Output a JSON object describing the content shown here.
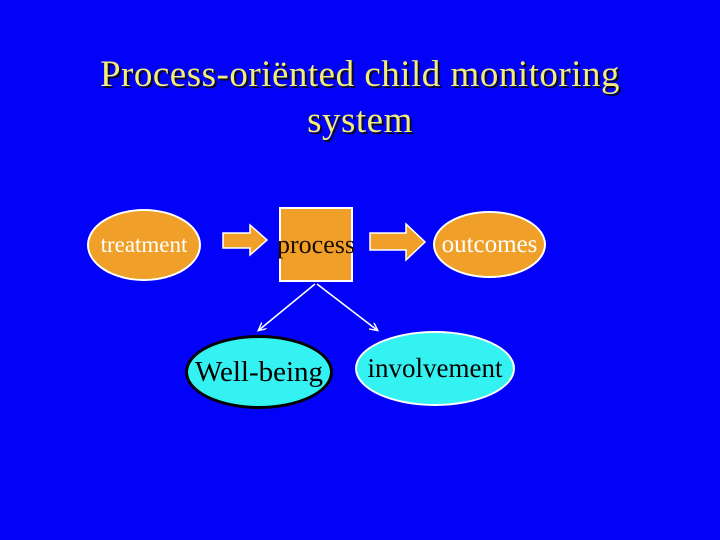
{
  "slide": {
    "title": {
      "line1": "Process-oriënted child monitoring",
      "line2": "system"
    },
    "nodes": {
      "treatment": {
        "label": "treatment",
        "shape": "ellipse",
        "fill": "#f0a028",
        "border": "#ffffff",
        "text_color": "#ffffff"
      },
      "process": {
        "label": "process",
        "shape": "rectangle",
        "fill": "#f0a028",
        "border": "#ffffff",
        "text_color": "#000000"
      },
      "outcomes": {
        "label": "outcomes",
        "shape": "ellipse",
        "fill": "#f0a028",
        "border": "#ffffff",
        "text_color": "#ffffff"
      },
      "wellbeing": {
        "label": "Well-being",
        "shape": "ellipse",
        "fill": "#35f2f2",
        "border": "#000000",
        "text_color": "#000000"
      },
      "involvement": {
        "label": "involvement",
        "shape": "ellipse",
        "fill": "#35f2f2",
        "border": "#ffffff",
        "text_color": "#000000"
      }
    },
    "edges": [
      {
        "from": "treatment",
        "to": "process",
        "style": "block-arrow",
        "color": "#f0a028"
      },
      {
        "from": "process",
        "to": "outcomes",
        "style": "block-arrow",
        "color": "#f0a028"
      },
      {
        "from": "process",
        "to": "wellbeing",
        "style": "thin-arrow",
        "color": "#ffffff"
      },
      {
        "from": "process",
        "to": "involvement",
        "style": "thin-arrow",
        "color": "#ffffff"
      }
    ],
    "colors": {
      "background": "#0202f8",
      "title_text": "#f2ed7c",
      "title_shadow": "#0b0b20",
      "node_orange": "#f0a028",
      "node_cyan": "#35f2f2",
      "connector": "#ffffff"
    }
  }
}
